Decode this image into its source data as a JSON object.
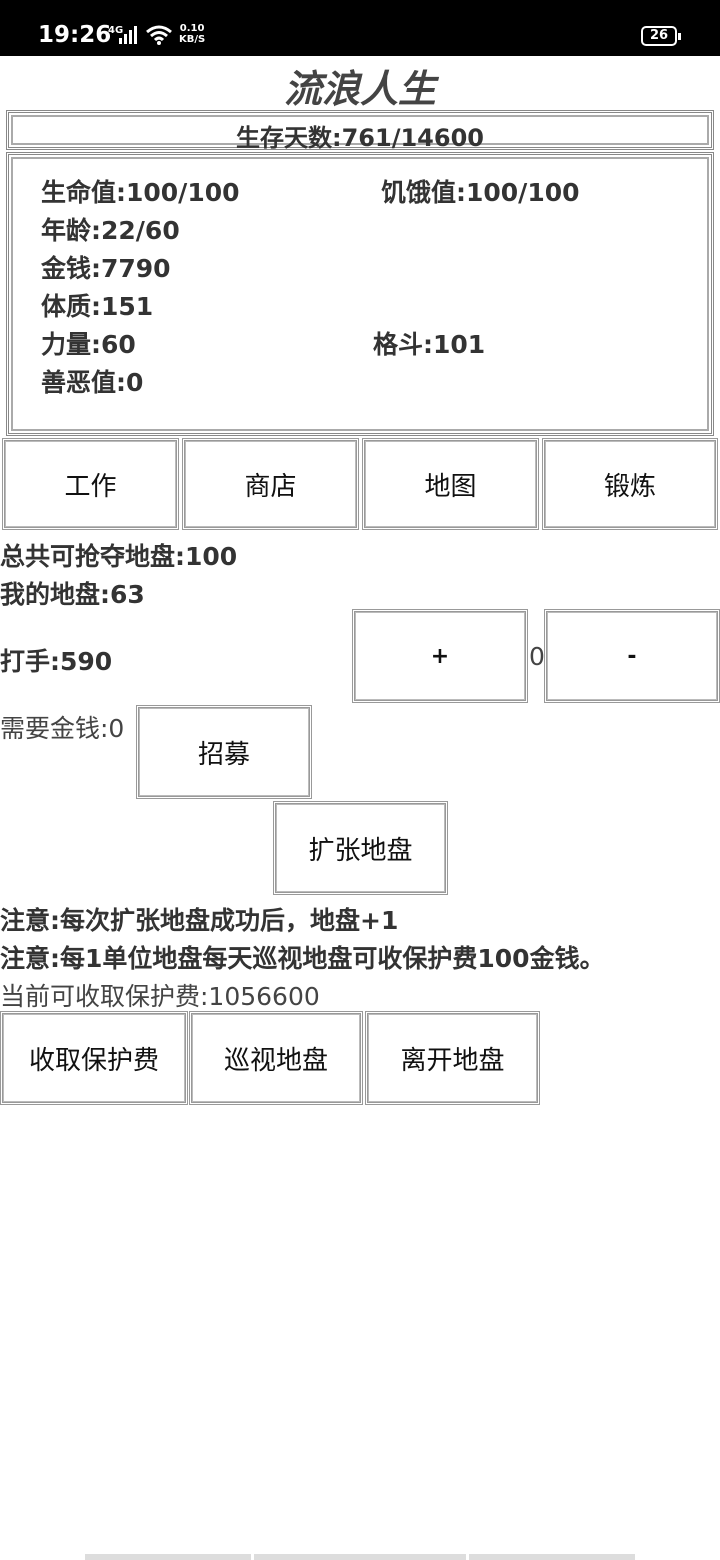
{
  "status_bar": {
    "time": "19:26",
    "network": "4G",
    "speed_value": "0.10",
    "speed_unit": "KB/S",
    "battery": "26"
  },
  "app": {
    "title": "流浪人生"
  },
  "survival": {
    "days_label": "生存天数:761/14600"
  },
  "stats": {
    "health": "生命值:100/100",
    "hunger": "饥饿值:100/100",
    "age": "年龄:22/60",
    "money": "金钱:7790",
    "physique": "体质:151",
    "strength": "力量:60",
    "combat": "格斗:101",
    "morality": "善恶值:0"
  },
  "nav": {
    "work": "工作",
    "shop": "商店",
    "map": "地图",
    "train": "锻炼"
  },
  "territory": {
    "total": "总共可抢夺地盘:100",
    "mine": "我的地盘:63",
    "thugs": "打手:590",
    "plus_label": "+",
    "count": "0",
    "minus_label": "-",
    "cost": "需要金钱:0",
    "recruit_label": "招募",
    "expand_label": "扩张地盘",
    "note1": "注意:每次扩张地盘成功后，地盘+1",
    "note2": "注意:每1单位地盘每天巡视地盘可收保护费100金钱。",
    "fee": "当前可收取保护费:1056600",
    "collect_label": "收取保护费",
    "patrol_label": "巡视地盘",
    "leave_label": "离开地盘"
  }
}
